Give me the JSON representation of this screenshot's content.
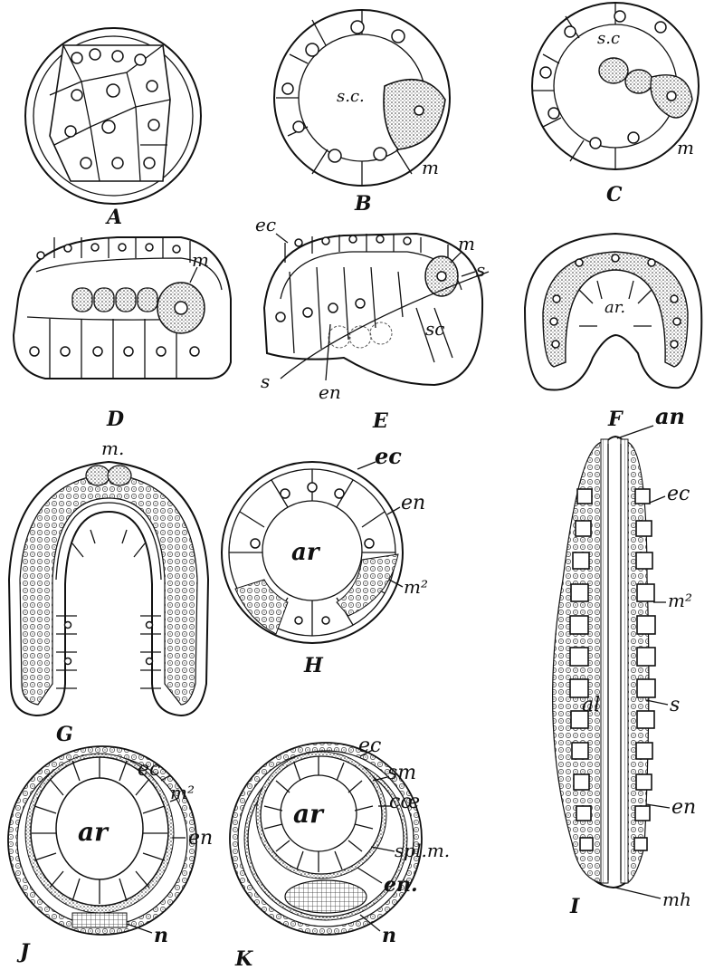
{
  "figures": [
    {
      "id": "A",
      "caption": "A",
      "labels": []
    },
    {
      "id": "B",
      "caption": "B",
      "labels": [
        "s.c.",
        "m"
      ]
    },
    {
      "id": "C",
      "caption": "C",
      "labels": [
        "s.c",
        "m"
      ]
    },
    {
      "id": "D",
      "caption": "D",
      "labels": [
        "m"
      ]
    },
    {
      "id": "E",
      "caption": "E",
      "labels": [
        "ec",
        "m",
        "s",
        "sc",
        "en",
        "s"
      ]
    },
    {
      "id": "F",
      "caption": "F",
      "labels": [
        "ar."
      ]
    },
    {
      "id": "G",
      "caption": "G",
      "labels": [
        "m."
      ]
    },
    {
      "id": "H",
      "caption": "H",
      "labels": [
        "ec",
        "en",
        "ar",
        "m²"
      ]
    },
    {
      "id": "I",
      "caption": "I",
      "labels": [
        "an",
        "ec",
        "m²",
        "al",
        "s",
        "en",
        "mh"
      ]
    },
    {
      "id": "J",
      "caption": "J",
      "labels": [
        "ec",
        "m²",
        "ar",
        "en",
        "n"
      ]
    },
    {
      "id": "K",
      "caption": "K",
      "labels": [
        "ec",
        "sm",
        "cœ",
        "ar",
        "spl.m.",
        "en.",
        "n"
      ]
    }
  ]
}
